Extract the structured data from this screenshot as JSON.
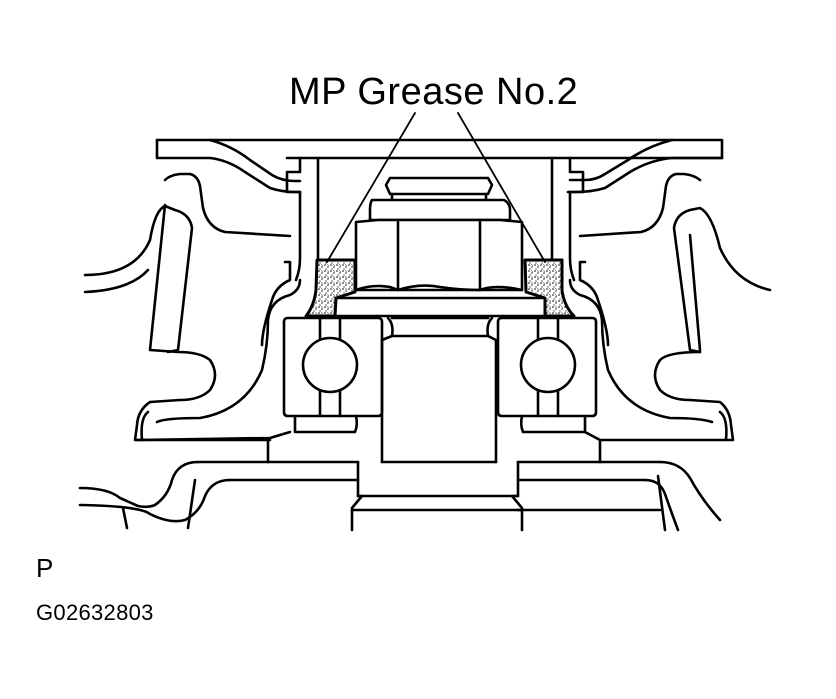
{
  "figure": {
    "type": "technical-illustration",
    "subject": "strut upper support / suspension bearing cross-section",
    "callout": {
      "label": "MP Grease No.2",
      "targets": [
        "left grease seal area",
        "right grease seal area"
      ]
    },
    "view_letter": "P",
    "figure_id": "G02632803",
    "colors": {
      "line": "#000000",
      "background": "#ffffff",
      "grease_fill": "stippled"
    }
  }
}
